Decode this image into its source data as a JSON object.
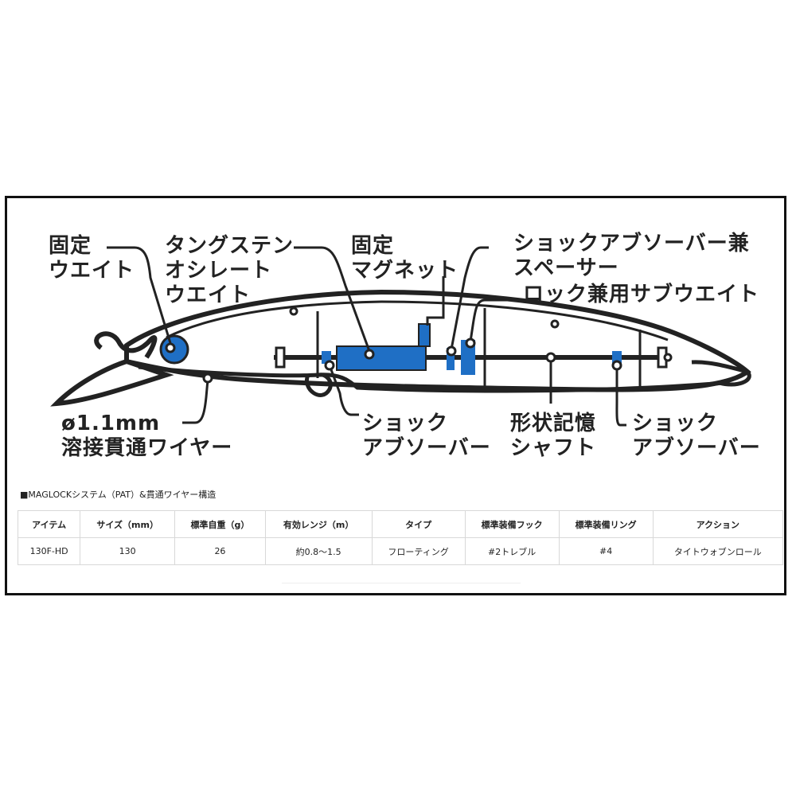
{
  "labels": {
    "fixed_weight": [
      "固定",
      "ウエイト"
    ],
    "tungsten_weight": [
      "タングステン",
      "オシレート",
      "ウエイト"
    ],
    "fixed_magnet": [
      "固定",
      "マグネット"
    ],
    "absorber_spacer": [
      "ショックアブソーバー兼",
      "スペーサー"
    ],
    "lock_sub_weight": [
      "ロック兼用サブウエイト"
    ],
    "wire": [
      "ø1.1mm",
      "溶接貫通ワイヤー"
    ],
    "shock_absorber_1": [
      "ショック",
      "アブソーバー"
    ],
    "memory_shaft": [
      "形状記憶",
      "シャフト"
    ],
    "shock_absorber_2": [
      "ショック",
      "アブソーバー"
    ]
  },
  "caption": "■MAGLOCKシステム（PAT）&貫通ワイヤー構造",
  "spec_table": {
    "headers": [
      "アイテム",
      "サイズ（mm）",
      "標準自重（g）",
      "有効レンジ（m）",
      "タイプ",
      "標準装備フック",
      "標準装備リング",
      "アクション"
    ],
    "rows": [
      [
        "130F-HD",
        "130",
        "26",
        "約0.8〜1.5",
        "フローティング",
        "#2トレブル",
        "#4",
        "タイトウォブンロール"
      ]
    ]
  },
  "colors": {
    "accent_blue": "#1f6fc5",
    "outline": "#222222"
  }
}
